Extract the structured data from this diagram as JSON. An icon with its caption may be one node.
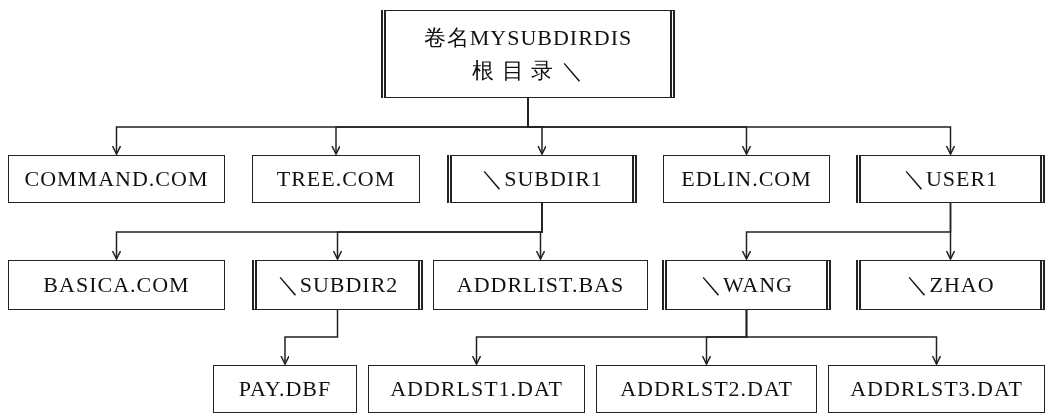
{
  "diagram": {
    "nodes": [
      {
        "text": [
          "卷名MYSUBDIRDIS",
          "根 目 录 ＼"
        ]
      },
      {
        "text": [
          "COMMAND.COM"
        ]
      },
      {
        "text": [
          "TREE.COM"
        ]
      },
      {
        "text": [
          "＼SUBDIR1"
        ]
      },
      {
        "text": [
          "EDLIN.COM"
        ]
      },
      {
        "text": [
          "＼USER1"
        ]
      },
      {
        "text": [
          "BASICA.COM"
        ]
      },
      {
        "text": [
          "＼SUBDIR2"
        ]
      },
      {
        "text": [
          "ADDRLIST.BAS"
        ]
      },
      {
        "text": [
          "＼WANG"
        ]
      },
      {
        "text": [
          "＼ZHAO"
        ]
      },
      {
        "text": [
          "PAY.DBF"
        ]
      },
      {
        "text": [
          "ADDRLST1.DAT"
        ]
      },
      {
        "text": [
          "ADDRLST2.DAT"
        ]
      },
      {
        "text": [
          "ADDRLST3.DAT"
        ]
      }
    ],
    "edges": [
      {
        "from": 0,
        "to": 1,
        "arrow": "to"
      },
      {
        "from": 0,
        "to": 2,
        "arrow": "to"
      },
      {
        "from": 0,
        "to": 3,
        "arrow": "to"
      },
      {
        "from": 0,
        "to": 4,
        "arrow": "to"
      },
      {
        "from": 0,
        "to": 5,
        "arrow": "to"
      },
      {
        "from": 3,
        "to": 6,
        "arrow": "to"
      },
      {
        "from": 3,
        "to": 7,
        "arrow": "to"
      },
      {
        "from": 3,
        "to": 8,
        "arrow": "to"
      },
      {
        "from": 5,
        "to": 9,
        "arrow": "to"
      },
      {
        "from": 5,
        "to": 10,
        "arrow": "to"
      },
      {
        "from": 7,
        "to": 11,
        "arrow": "to"
      },
      {
        "from": 9,
        "to": 12,
        "arrow": "to"
      },
      {
        "from": 9,
        "to": 13,
        "arrow": "to"
      },
      {
        "from": 9,
        "to": 14,
        "arrow": "to"
      }
    ]
  }
}
